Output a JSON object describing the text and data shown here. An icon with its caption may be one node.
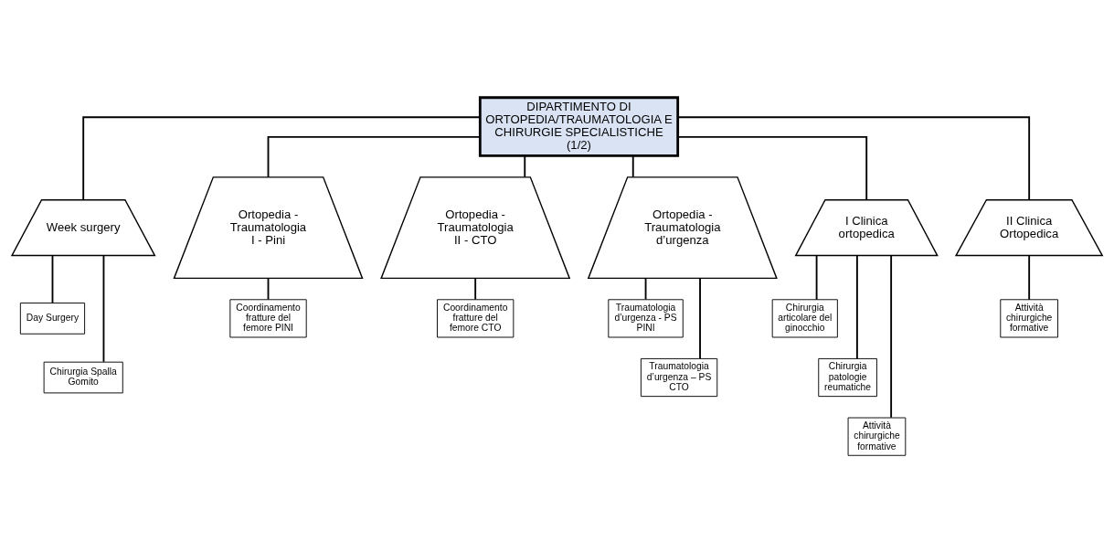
{
  "diagram": {
    "nodes": [
      {
        "text": [
          "DIPARTIMENTO DI ORTOPEDIA/TRAUMATOLOGIA E CHIRURGIE SPECIALISTICHE",
          "(1/2)"
        ]
      },
      {
        "text": [
          "Week surgery"
        ]
      },
      {
        "text": [
          "Ortopedia - Traumatologia I - Pini"
        ]
      },
      {
        "text": [
          "Ortopedia - Traumatologia II - CTO"
        ]
      },
      {
        "text": [
          "Ortopedia - Traumatologia d’urgenza"
        ]
      },
      {
        "text": [
          "I Clinica ortopedica"
        ]
      },
      {
        "text": [
          "II Clinica Ortopedica"
        ]
      },
      {
        "text": [
          "Day Surgery"
        ]
      },
      {
        "text": [
          "Chirurgia Spalla Gomito"
        ]
      },
      {
        "text": [
          "Coordinamento fratture del femore PINI"
        ]
      },
      {
        "text": [
          "Coordinamento fratture del femore CTO"
        ]
      },
      {
        "text": [
          "Traumatologia d’urgenza - PS PINI"
        ]
      },
      {
        "text": [
          "Traumatologia d’urgenza – PS CTO"
        ]
      },
      {
        "text": [
          "Chirurgia articolare del ginocchio"
        ]
      },
      {
        "text": [
          "Chirurgia patologie reumatiche"
        ]
      },
      {
        "text": [
          "Attività chirurgiche formative"
        ]
      },
      {
        "text": [
          "Attività chirurgiche formative"
        ]
      }
    ],
    "edges": [
      {
        "from": 0,
        "to": 1,
        "arrow": "none"
      },
      {
        "from": 0,
        "to": 2,
        "arrow": "none"
      },
      {
        "from": 0,
        "to": 3,
        "arrow": "none"
      },
      {
        "from": 0,
        "to": 4,
        "arrow": "none"
      },
      {
        "from": 0,
        "to": 5,
        "arrow": "none"
      },
      {
        "from": 0,
        "to": 6,
        "arrow": "none"
      },
      {
        "from": 1,
        "to": 7,
        "arrow": "none"
      },
      {
        "from": 1,
        "to": 8,
        "arrow": "none"
      },
      {
        "from": 2,
        "to": 9,
        "arrow": "none"
      },
      {
        "from": 3,
        "to": 10,
        "arrow": "none"
      },
      {
        "from": 4,
        "to": 11,
        "arrow": "none"
      },
      {
        "from": 4,
        "to": 12,
        "arrow": "none"
      },
      {
        "from": 5,
        "to": 13,
        "arrow": "none"
      },
      {
        "from": 5,
        "to": 14,
        "arrow": "none"
      },
      {
        "from": 5,
        "to": 15,
        "arrow": "none"
      },
      {
        "from": 6,
        "to": 16,
        "arrow": "none"
      }
    ]
  }
}
